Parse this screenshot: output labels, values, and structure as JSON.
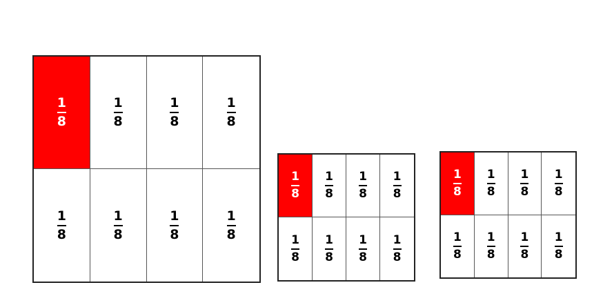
{
  "colors": {
    "shaded": "#ff0000",
    "unshaded": "#ffffff",
    "border": "#222222"
  },
  "grids": [
    {
      "name": "large",
      "rows": 2,
      "cols": 4,
      "cells": [
        {
          "numerator": "1",
          "denominator": "8",
          "shaded": true
        },
        {
          "numerator": "1",
          "denominator": "8",
          "shaded": false
        },
        {
          "numerator": "1",
          "denominator": "8",
          "shaded": false
        },
        {
          "numerator": "1",
          "denominator": "8",
          "shaded": false
        },
        {
          "numerator": "1",
          "denominator": "8",
          "shaded": false
        },
        {
          "numerator": "1",
          "denominator": "8",
          "shaded": false
        },
        {
          "numerator": "1",
          "denominator": "8",
          "shaded": false
        },
        {
          "numerator": "1",
          "denominator": "8",
          "shaded": false
        }
      ]
    },
    {
      "name": "medium",
      "rows": 2,
      "cols": 4,
      "cells": [
        {
          "numerator": "1",
          "denominator": "8",
          "shaded": true
        },
        {
          "numerator": "1",
          "denominator": "8",
          "shaded": false
        },
        {
          "numerator": "1",
          "denominator": "8",
          "shaded": false
        },
        {
          "numerator": "1",
          "denominator": "8",
          "shaded": false
        },
        {
          "numerator": "1",
          "denominator": "8",
          "shaded": false
        },
        {
          "numerator": "1",
          "denominator": "8",
          "shaded": false
        },
        {
          "numerator": "1",
          "denominator": "8",
          "shaded": false
        },
        {
          "numerator": "1",
          "denominator": "8",
          "shaded": false
        }
      ]
    },
    {
      "name": "small",
      "rows": 2,
      "cols": 4,
      "cells": [
        {
          "numerator": "1",
          "denominator": "8",
          "shaded": true
        },
        {
          "numerator": "1",
          "denominator": "8",
          "shaded": false
        },
        {
          "numerator": "1",
          "denominator": "8",
          "shaded": false
        },
        {
          "numerator": "1",
          "denominator": "8",
          "shaded": false
        },
        {
          "numerator": "1",
          "denominator": "8",
          "shaded": false
        },
        {
          "numerator": "1",
          "denominator": "8",
          "shaded": false
        },
        {
          "numerator": "1",
          "denominator": "8",
          "shaded": false
        },
        {
          "numerator": "1",
          "denominator": "8",
          "shaded": false
        }
      ]
    }
  ]
}
